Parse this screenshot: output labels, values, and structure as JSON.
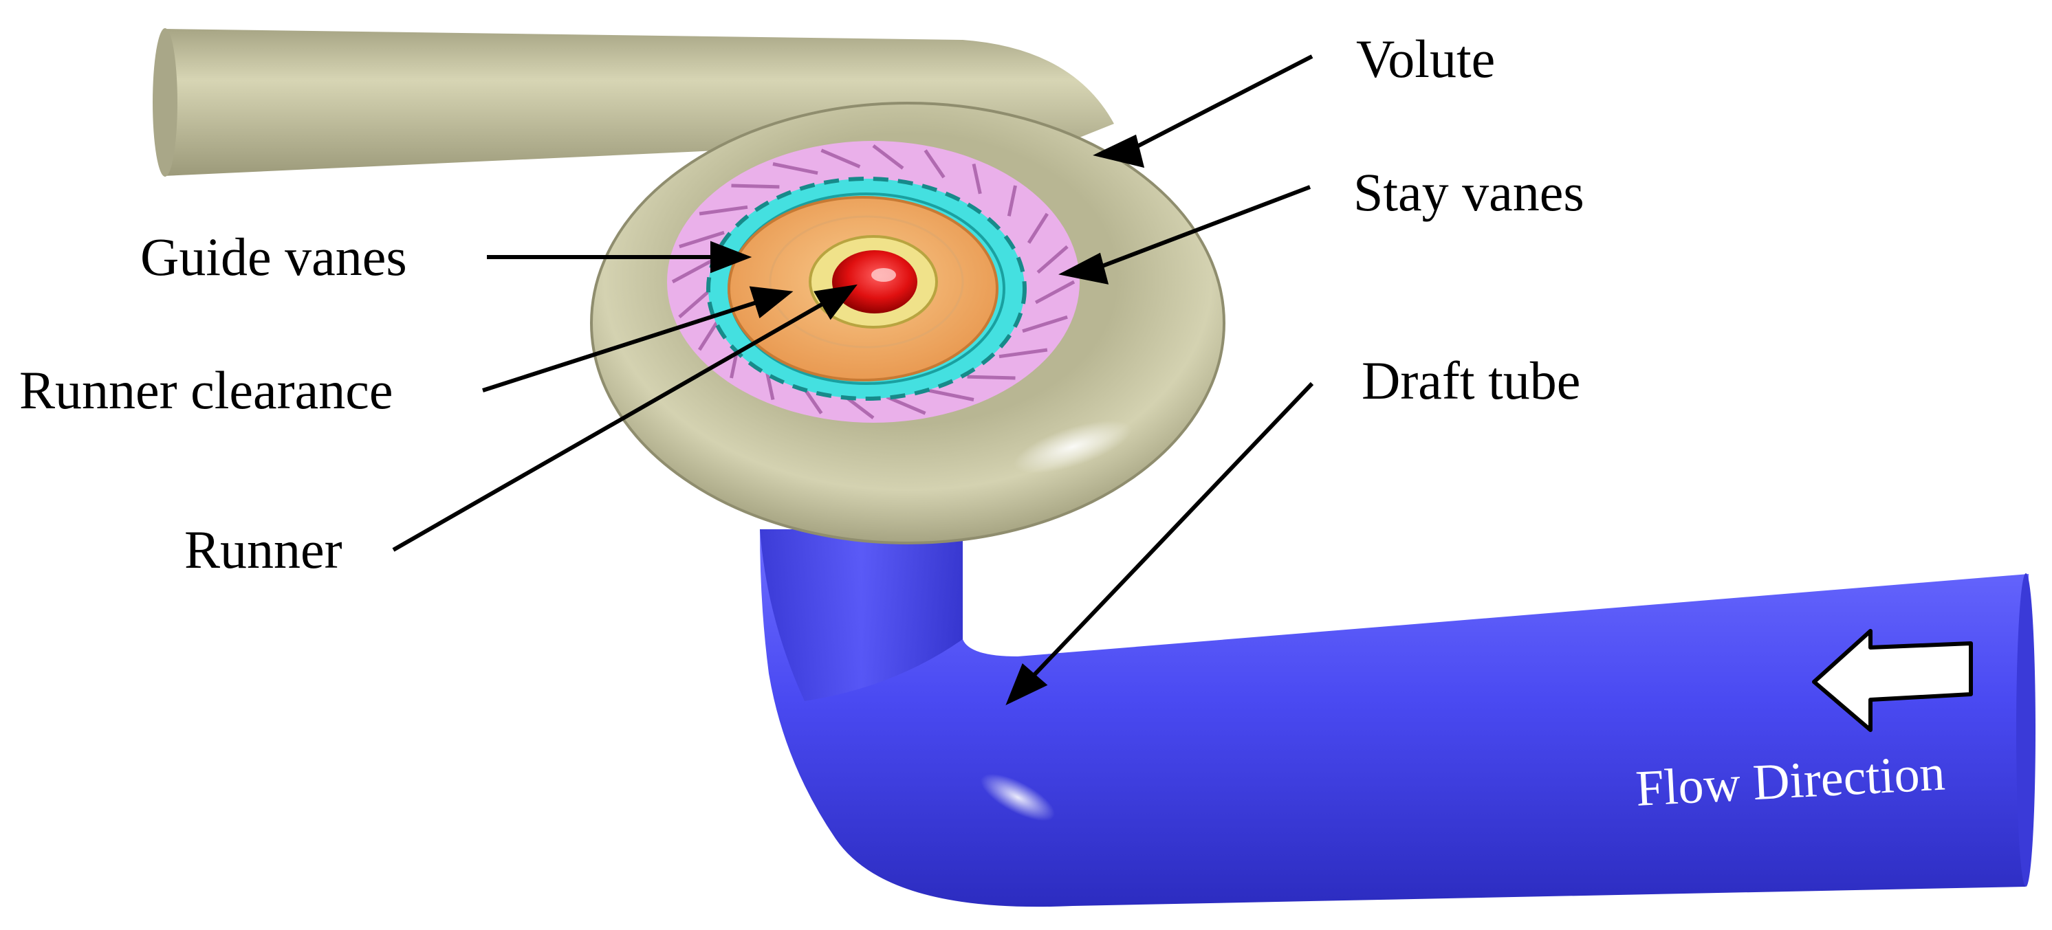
{
  "labels": {
    "volute": "Volute",
    "stay_vanes": "Stay vanes",
    "guide_vanes": "Guide vanes",
    "runner_clearance": "Runner clearance",
    "draft_tube": "Draft tube",
    "runner": "Runner",
    "flow_direction": "Flow Direction"
  },
  "colors": {
    "volute": "#c9c7a4",
    "stay_vanes": "#e8a8e8",
    "guide_vanes": "#3fe0e0",
    "runner_disk": "#f2b06a",
    "runner": "#e01818",
    "draft_tube": "#4a4af0",
    "leader": "#000000"
  }
}
